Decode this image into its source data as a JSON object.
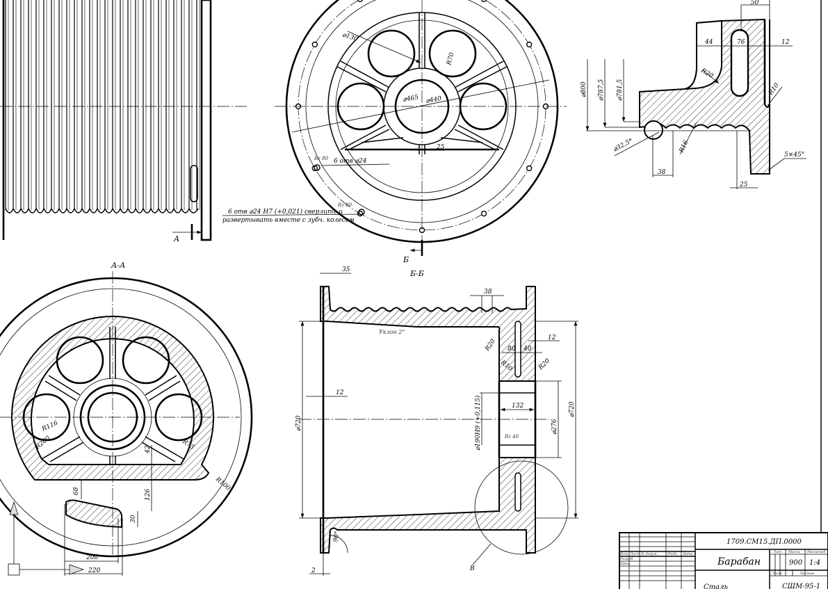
{
  "drawing": {
    "title_block": {
      "designation": "1709.СМ15.ДП.0000",
      "name": "Барабан",
      "mass": "900",
      "scale": "1:4",
      "material": "Сталь",
      "group": "СШМ-95-1",
      "header_lit": "Лит.",
      "header_mass": "Масса",
      "header_scale": "Масштаб",
      "header_sheet": "Лист",
      "header_sheets": "Листов",
      "row_labels": [
        "Изм.",
        "Лист",
        "№ докум.",
        "Подп.",
        "Дата"
      ],
      "role_labels": [
        "Разраб.",
        "Пров."
      ]
    },
    "views": {
      "section_aa": "А-А",
      "section_bb": "Б-Б",
      "mark_a": "А",
      "mark_b": "Б",
      "mark_v": "В"
    },
    "notes": {
      "hole_note_1": "6 отв ⌀24",
      "hole_note_2a": "6 отв ⌀24 Н7 (+0,021) сверлить и",
      "hole_note_2b": "развертывать вместе с зубч. колесом",
      "taper": "Уклон 2°",
      "rz1": "Rz 80",
      "rz2": "Rz 80",
      "rz3": "Rz 40"
    },
    "dims_top_view": {
      "d130": "⌀130",
      "r70": "R70",
      "d465": "⌀465",
      "d440": "⌀440",
      "w25": "25"
    },
    "dims_detail": {
      "w50": "50",
      "w44": "44",
      "w76": "76",
      "w12": "12",
      "r20": "R20",
      "r10": "R10",
      "d800": "⌀800",
      "d787": "⌀787,5",
      "d781": "⌀781,5",
      "d32": "⌀32,5*",
      "r16": "R16",
      "p38": "38",
      "w25": "25",
      "ch": "5×45°"
    },
    "dims_section_aa": {
      "r116": "R116",
      "r200": "R200",
      "r75": "R75",
      "r100": "R100",
      "h42": "42",
      "h68": "68",
      "h126": "126",
      "h30": "30",
      "w200": "200",
      "w220": "220"
    },
    "dims_section_bb": {
      "w35": "35",
      "p38": "38",
      "w12a": "12",
      "w12b": "12",
      "w80": "80",
      "w40": "40",
      "r20a": "R20",
      "r10": "R10",
      "r20b": "R20",
      "d720a": "⌀720",
      "d720b": "⌀720",
      "d190": "⌀190Н9 (+0,115)",
      "w132": "132",
      "d276": "⌀276",
      "a90": "90°",
      "w2": "2"
    }
  }
}
